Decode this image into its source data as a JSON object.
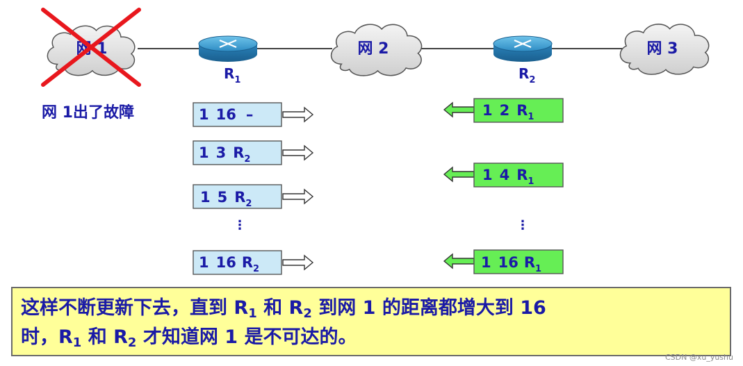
{
  "networks": {
    "net1_label": "网 1",
    "net2_label": "网 2",
    "net3_label": "网 3",
    "net1_status": "网 1出了故障"
  },
  "routers": {
    "r1": {
      "letter": "R",
      "sub": "1"
    },
    "r2": {
      "letter": "R",
      "sub": "2"
    }
  },
  "r1_updates": [
    {
      "net": "1",
      "dist": "16",
      "hop": "–",
      "hop_sub": ""
    },
    {
      "net": "1",
      "dist": "3",
      "hop": "R",
      "hop_sub": "2"
    },
    {
      "net": "1",
      "dist": "5",
      "hop": "R",
      "hop_sub": "2"
    },
    {
      "net": "1",
      "dist": "16",
      "hop": "R",
      "hop_sub": "2"
    }
  ],
  "r2_updates": [
    {
      "net": "1",
      "dist": "2",
      "hop": "R",
      "hop_sub": "1"
    },
    {
      "net": "1",
      "dist": "4",
      "hop": "R",
      "hop_sub": "1"
    },
    {
      "net": "1",
      "dist": "16",
      "hop": "R",
      "hop_sub": "1"
    }
  ],
  "ellipsis": "⋮",
  "banner": {
    "p1": "这样不断更新下去，直到 R",
    "s1": "1",
    "p2": " 和 R",
    "s2": "2",
    "p3": " 到网 1 的距离都增大到 16",
    "p4": "时，R",
    "s3": "1",
    "p5": " 和 R",
    "s4": "2",
    "p6": " 才知道网 1 是不可达的。"
  },
  "watermark": "CSDN @xu_yushu",
  "colors": {
    "r1_box": "#cce9f7",
    "r2_box": "#66ee55",
    "text": "#1a1aa6",
    "cross": "#e8171d",
    "banner_bg": "#ffff99"
  }
}
